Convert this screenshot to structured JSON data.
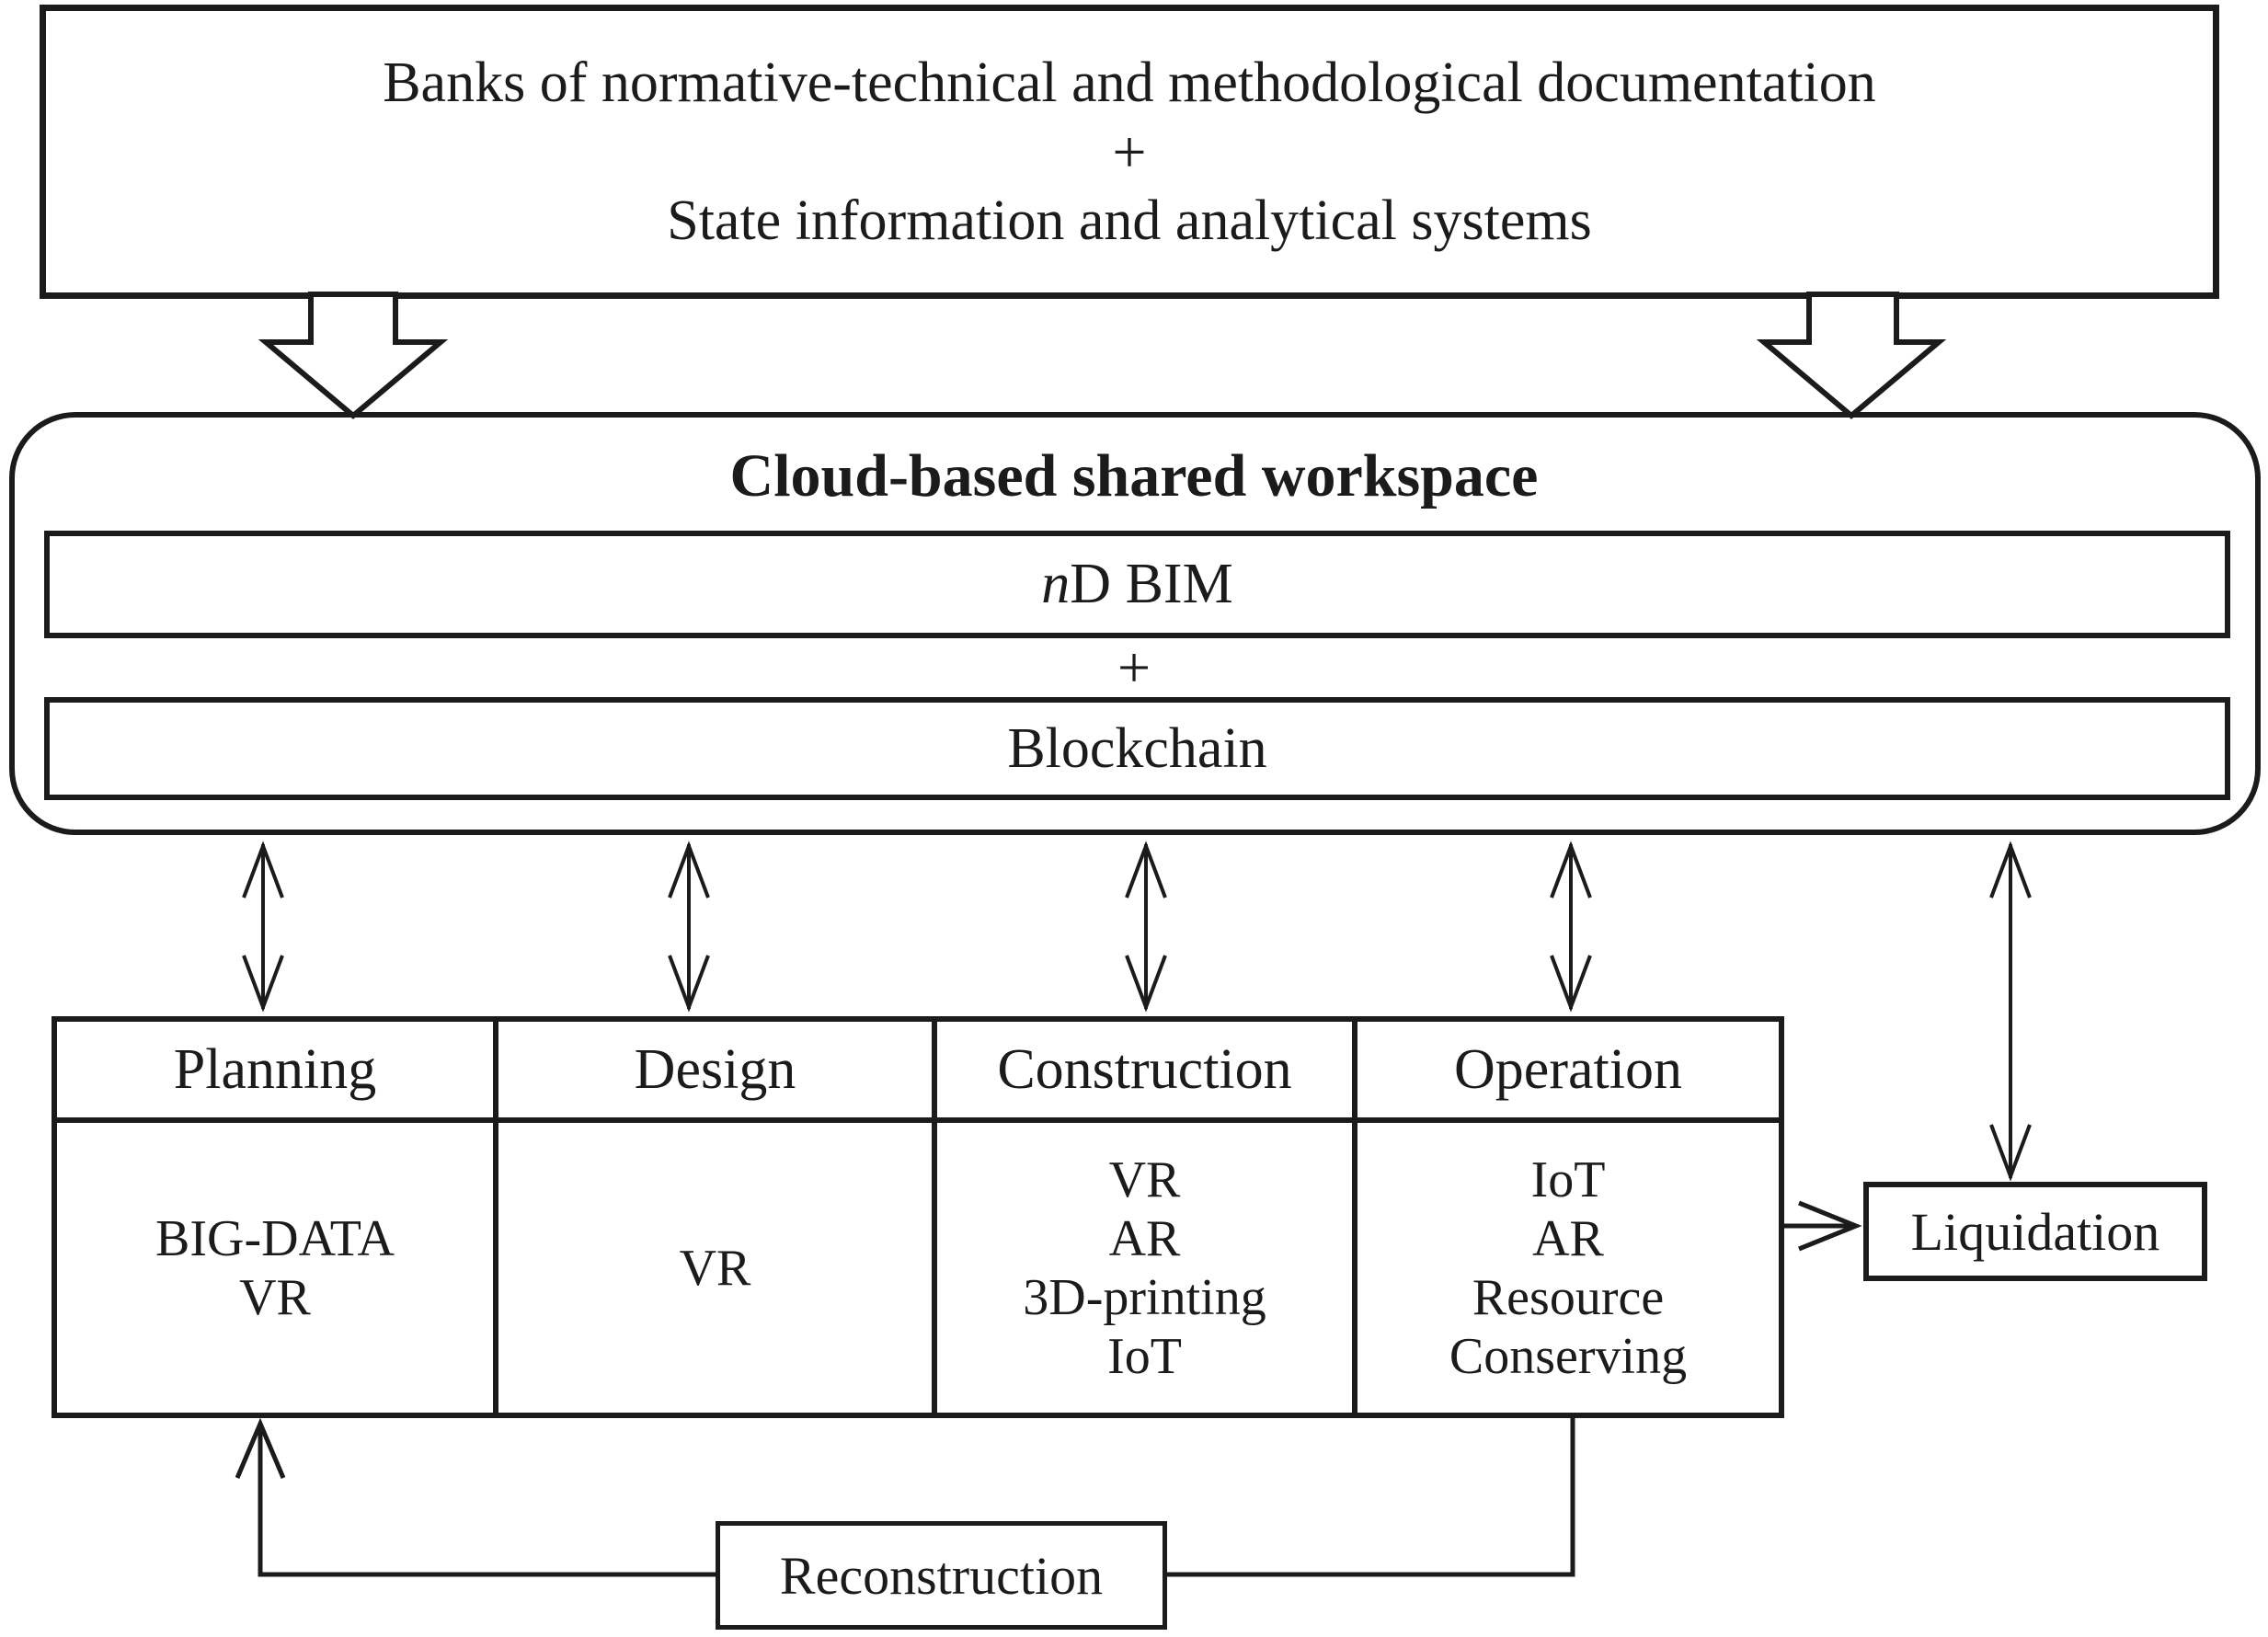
{
  "diagram": {
    "top_box": {
      "line1": "Banks of normative-technical and methodological documentation",
      "plus": "+",
      "line2": "State information and analytical systems"
    },
    "cloud": {
      "title": "Cloud-based shared workspace",
      "bim_italic": "n",
      "bim_rest": "D BIM",
      "plus": "+",
      "blockchain": "Blockchain"
    },
    "table": {
      "columns": [
        {
          "header": "Planning",
          "items": [
            "BIG-DATA",
            "VR"
          ]
        },
        {
          "header": "Design",
          "items": [
            "VR"
          ]
        },
        {
          "header": "Construction",
          "items": [
            "VR",
            "AR",
            "3D-printing",
            "IoT"
          ]
        },
        {
          "header": "Operation",
          "items": [
            "IoT",
            "AR",
            "Resource",
            "Conserving"
          ]
        }
      ]
    },
    "liquidation": {
      "label": "Liquidation"
    },
    "reconstruction": {
      "label": "Reconstruction"
    },
    "colors": {
      "ink": "#1b1b1b",
      "background": "#ffffff"
    }
  }
}
